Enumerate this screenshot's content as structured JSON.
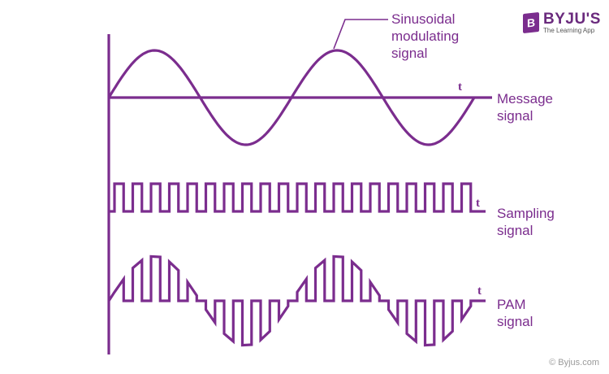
{
  "labels": {
    "sinusoidal": [
      "Sinusoidal",
      "modulating",
      "signal"
    ],
    "message": [
      "Message",
      "signal"
    ],
    "sampling": [
      "Sampling",
      "signal"
    ],
    "pam": [
      "PAM",
      "signal"
    ],
    "time_marker": "t"
  },
  "logo": {
    "badge": "B",
    "name": "BYJU'S",
    "tagline": "The Learning App"
  },
  "copyright": "© Byjus.com",
  "colors": {
    "signal": "#7b2d8e",
    "logo": "#6a2a7d"
  }
}
